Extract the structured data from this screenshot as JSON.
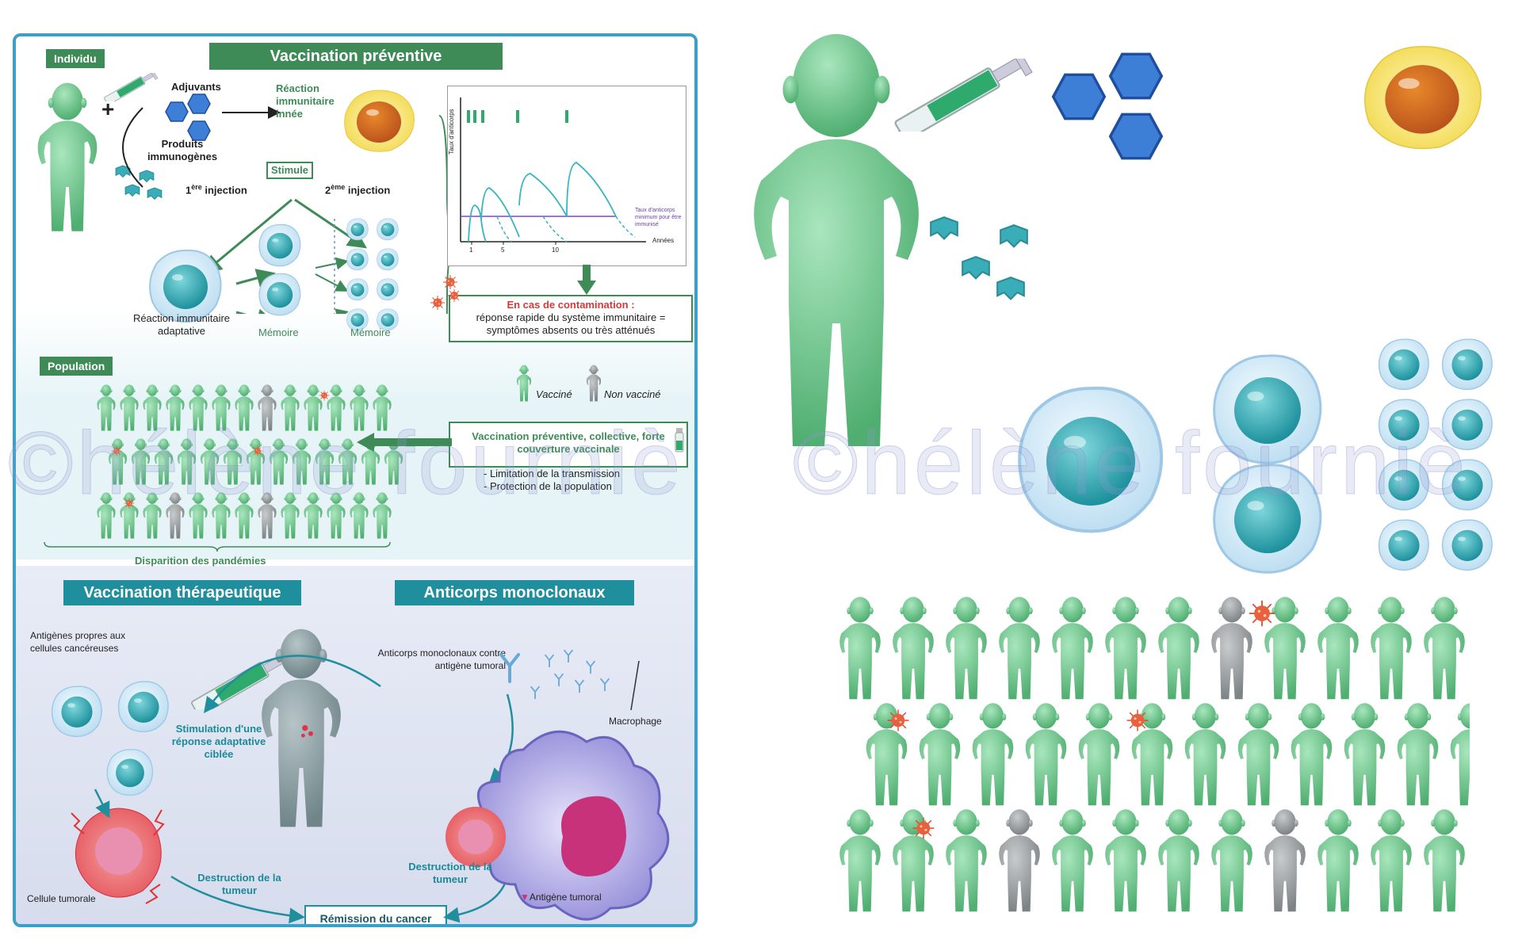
{
  "preventive": {
    "title": "Vaccination préventive",
    "individu_label": "Individu",
    "adjuvants": "Adjuvants",
    "produits": "Produits immunogènes",
    "reaction_innee": "Réaction immunitaire innée",
    "stimule": "Stimule",
    "inj1_prefix": "1",
    "inj1_sup": "ère",
    "inj1_suffix": " injection",
    "inj2_prefix": "2",
    "inj2_sup": "ème",
    "inj2_suffix": " injection",
    "reaction_adaptative": "Réaction immunitaire adaptative",
    "memoire1": "Mémoire",
    "memoire2": "Mémoire",
    "plus": "+"
  },
  "graph": {
    "ylabel": "Taux d'anticorps",
    "xlabel": "Années",
    "xticks": [
      "1",
      "5",
      "10"
    ],
    "threshold_label": "Taux d'anticorps minimum pour être immunisé"
  },
  "contamination": {
    "title": "En cas de contamination :",
    "text": "réponse rapide du système immunitaire = symptômes absents ou très atténués"
  },
  "population": {
    "label": "Population",
    "vaccine": "Vacciné",
    "non_vaccine": "Non vacciné",
    "box_text": "Vaccination préventive, collective, forte couverture vaccinale",
    "bullet1": "- Limitation de la transmission",
    "bullet2": "- Protection de la population",
    "disparition": "Disparition des pandémies"
  },
  "therapeutic": {
    "title": "Vaccination thérapeutique",
    "antigenes": "Antigènes propres aux cellules cancéreuses",
    "stimulation": "Stimulation d'une réponse adaptative ciblée",
    "cellule_tumorale": "Cellule tumorale",
    "destruction": "Destruction de la tumeur",
    "remission": "Rémission du cancer"
  },
  "monoclonal": {
    "title": "Anticorps monoclonaux",
    "anticorps": "Anticorps monoclonaux contre antigène tumoral",
    "macrophage": "Macrophage",
    "destruction": "Destruction de la tumeur",
    "antigene": "Antigène tumoral"
  },
  "watermark": {
    "text1": "©hélène fourniè",
    "text2": "©hélène fourniè"
  },
  "colors": {
    "green_person": "#6cc48a",
    "grey_person": "#8f9597",
    "teal": "#1f8f9e",
    "label_green": "#3f8b58",
    "hexagon": "#2f6ec4",
    "virus": "#e04a2a"
  }
}
